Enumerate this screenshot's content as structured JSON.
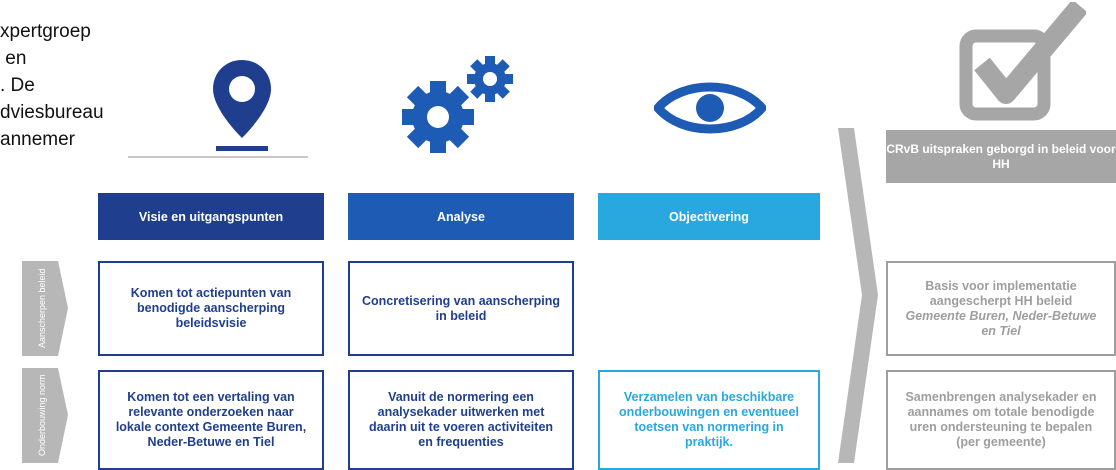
{
  "left_text": {
    "lines": [
      "xpertgroep",
      " en",
      ". De",
      "dviesbureau",
      "annemer"
    ]
  },
  "columns": [
    {
      "header": "Visie en uitgangspunten",
      "color": "#1f3f8e",
      "icon": "location-pin-icon"
    },
    {
      "header": "Analyse",
      "color": "#1e5bb4",
      "icon": "gears-icon"
    },
    {
      "header": "Objectivering",
      "color": "#29a8e0",
      "icon": "eye-icon"
    }
  ],
  "rows": [
    {
      "label": "Aanscherpen beleid"
    },
    {
      "label": "Onderbouwing norm"
    }
  ],
  "cells": {
    "r1c1": "Komen tot actiepunten van benodigde aanscherping beleidsvisie",
    "r1c2": "Concretisering van aanscherping in beleid",
    "r2c1": "Komen tot een vertaling van relevante onderzoeken naar lokale context Gemeente Buren, Neder-Betuwe en Tiel",
    "r2c2": "Vanuit de normering een analysekader uitwerken met daarin uit te voeren activiteiten en frequenties",
    "r2c3": "Verzamelen van beschikbare onderbouwingen en eventueel toetsen van normering in praktijk."
  },
  "result": {
    "icon": "checkbox-check-icon",
    "title": "CRvB uitspraken geborgd in beleid voor HH",
    "r1_text": "Basis voor implementatie aangescherpt HH beleid",
    "r1_italic": "Gemeente Buren, Neder-Betuwe en Tiel",
    "r2_text": "Samenbrengen analysekader en aannames om totale benodigde uren ondersteuning te bepalen (per gemeente)"
  },
  "colors": {
    "dark_blue": "#1f3f8e",
    "mid_blue": "#1e5bb4",
    "light_blue": "#29a8e0",
    "gray": "#a6a6a6",
    "tab_gray": "#b7b7b7"
  }
}
